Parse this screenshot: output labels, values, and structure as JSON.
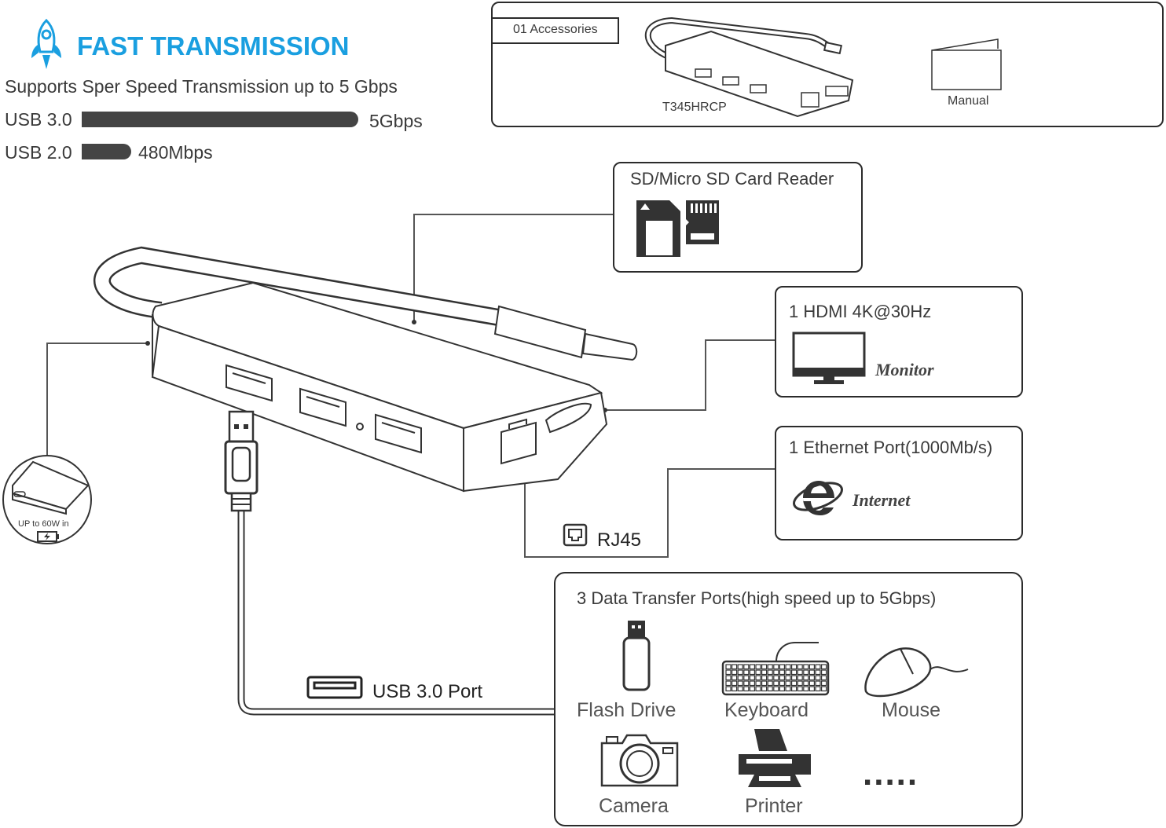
{
  "header": {
    "title": "FAST TRANSMISSION",
    "subtitle": "Supports Sper Speed Transmission up to 5 Gbps"
  },
  "speed_bars": [
    {
      "label": "USB 3.0",
      "value_text": "5Gbps",
      "fraction": 1.0
    },
    {
      "label": "USB 2.0",
      "value_text": "480Mbps",
      "fraction": 0.18
    }
  ],
  "accessories": {
    "tag": "01 Accessories",
    "hub_label": "T345HRCP",
    "manual_label": "Manual"
  },
  "callouts": {
    "sd": {
      "title": "SD/Micro SD Card Reader"
    },
    "hdmi": {
      "title": "1 HDMI 4K@30Hz",
      "device": "Monitor"
    },
    "ethernet": {
      "title": "1 Ethernet Port(1000Mb/s)",
      "device": "Internet"
    },
    "rj45": {
      "label": "RJ45"
    },
    "usb_port": {
      "label": "USB 3.0 Port"
    },
    "power": {
      "label": "UP to 60W in"
    }
  },
  "data_ports": {
    "title": "3 Data Transfer Ports(high speed up to 5Gbps)",
    "devices": [
      "Flash Drive",
      "Keyboard",
      "Mouse",
      "Camera",
      "Printer",
      "....."
    ]
  },
  "colors": {
    "accent": "#1a9fe0",
    "dark": "#2b2b2b",
    "bar": "#444444"
  }
}
